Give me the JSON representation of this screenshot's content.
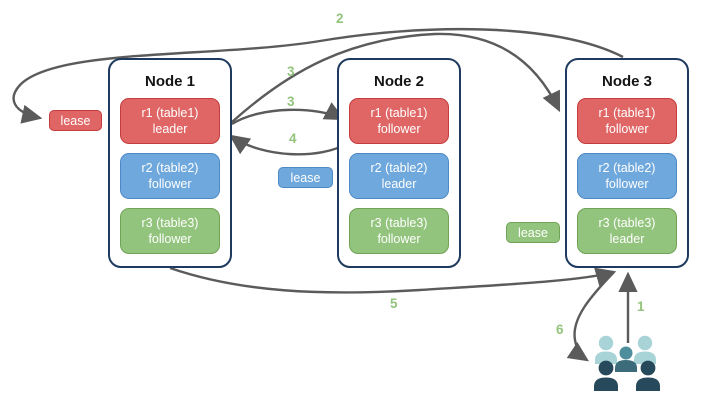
{
  "nodes": [
    {
      "title": "Node 1",
      "replicas": [
        {
          "name": "r1 (table1)",
          "role": "leader"
        },
        {
          "name": "r2 (table2)",
          "role": "follower"
        },
        {
          "name": "r3 (table3)",
          "role": "follower"
        }
      ]
    },
    {
      "title": "Node 2",
      "replicas": [
        {
          "name": "r1 (table1)",
          "role": "follower"
        },
        {
          "name": "r2 (table2)",
          "role": "leader"
        },
        {
          "name": "r3 (table3)",
          "role": "follower"
        }
      ]
    },
    {
      "title": "Node 3",
      "replicas": [
        {
          "name": "r1 (table1)",
          "role": "follower"
        },
        {
          "name": "r2 (table2)",
          "role": "follower"
        },
        {
          "name": "r3 (table3)",
          "role": "leader"
        }
      ]
    }
  ],
  "leases": {
    "red": "lease",
    "blue": "lease",
    "green": "lease"
  },
  "steps": {
    "s1": "1",
    "s2": "2",
    "s3a": "3",
    "s3b": "3",
    "s4": "4",
    "s5": "5",
    "s6": "6"
  },
  "colors": {
    "red_fill": "#e06666",
    "red_border": "#c43c3c",
    "blue_fill": "#6fa8dc",
    "blue_border": "#4d89c4",
    "green_fill": "#93c47d",
    "green_border": "#71a356",
    "node_border": "#1e3a5f",
    "arrow": "#5b5b5b",
    "step_label_green": "#93c47d",
    "users_light_teal": "#a8d4d8",
    "users_mid_teal": "#4f8e9c",
    "users_dark_teal": "#26495b"
  }
}
